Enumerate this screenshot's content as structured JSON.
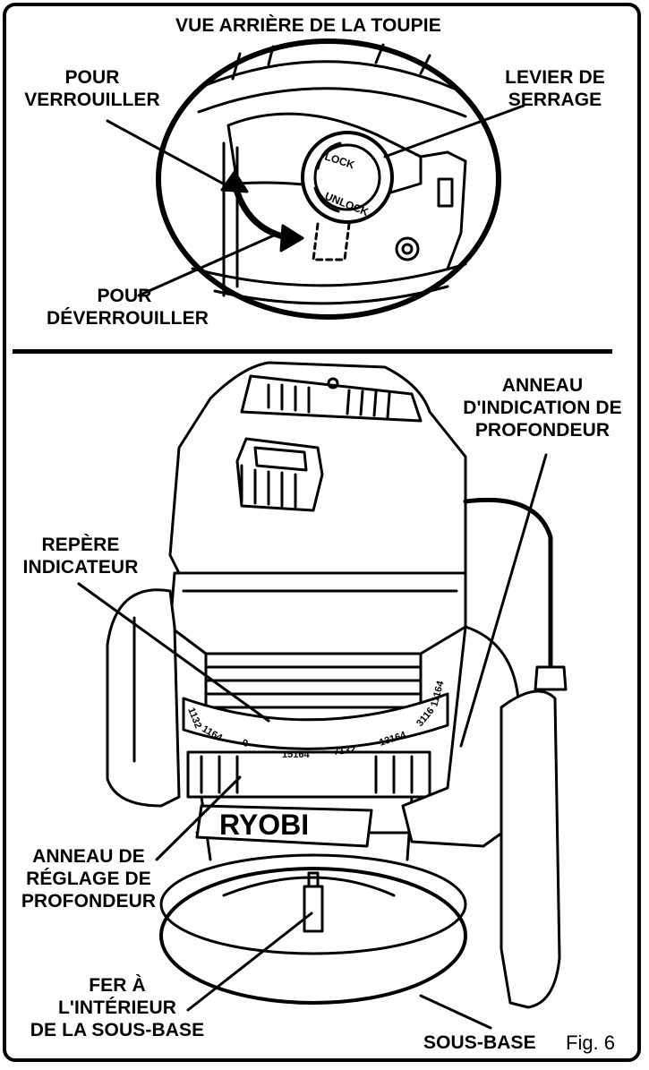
{
  "top_title": "VUE ARRIÈRE DE LA TOUPIE",
  "labels": {
    "lock_action_1": "POUR",
    "lock_action_2": "VERROUILLER",
    "clamp_lever_1": "LEVIER DE",
    "clamp_lever_2": "SERRAGE",
    "unlock_action_1": "POUR",
    "unlock_action_2": "DÉVERROUILLER",
    "depth_ring_1": "ANNEAU",
    "depth_ring_2": "D'INDICATION DE",
    "depth_ring_3": "PROFONDEUR",
    "index_mark_1": "REPÈRE",
    "index_mark_2": "INDICATEUR",
    "adjust_ring_1": "ANNEAU DE",
    "adjust_ring_2": "RÉGLAGE DE",
    "adjust_ring_3": "PROFONDEUR",
    "bit_1": "FER À",
    "bit_2": "L'INTÉRIEUR",
    "bit_3": "DE LA SOUS-BASE",
    "sub_base": "SOUS-BASE"
  },
  "lever_text": {
    "lock": "LOCK",
    "unlock": "UNLOCK"
  },
  "scale_marks": [
    "1132",
    "1164",
    "0",
    "15164",
    "7132",
    "13164",
    "3116",
    "11164"
  ],
  "brand": "RYOBI",
  "figure_label": "Fig. 6"
}
